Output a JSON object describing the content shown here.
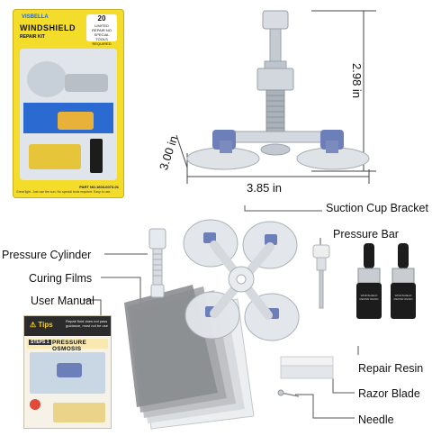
{
  "package": {
    "brand": "VISBELLA",
    "title": "WINDSHIELD",
    "subtitle": "REPAIR KIT",
    "badge_number": "20",
    "badge_text": "LIMITED REPAIR NO SPECIAL TOOLS REQUIRED",
    "bottom_text": "Great light. Just use the sun. No special tools required. Easy to use.",
    "part_number": "PART NO.1603-0073-01"
  },
  "dimensions": {
    "height": "2.98  in",
    "depth": "3.00  in",
    "width": "3.85  in"
  },
  "labels": {
    "suction_cup_bracket": "Suction Cup Bracket",
    "pressure_bar": "Pressure Bar",
    "pressure_cylinder": "Pressure Cylinder",
    "curing_films": "Curing Films",
    "user_manual": "User Manual",
    "repair_resin": "Repair Resin",
    "razor_blade": "Razor Blade",
    "needle": "Needle"
  },
  "manual": {
    "tips": "Tips",
    "warning": "Repair fluid does not pass guidance, must not be use",
    "step_badge": "STEPS 1",
    "step_text": "PRESSURE OSMOSIS"
  },
  "resin": {
    "bottle_text": "WINDSHIELD REPAIR RESIN"
  },
  "colors": {
    "package_yellow": "#f3dc2a",
    "brand_blue": "#2a6ad1",
    "suction_cup": "#d7dce4",
    "suction_clip": "#6d7fb8",
    "film_gray": "#9c9c9c",
    "resin_black": "#1c1c1c"
  }
}
